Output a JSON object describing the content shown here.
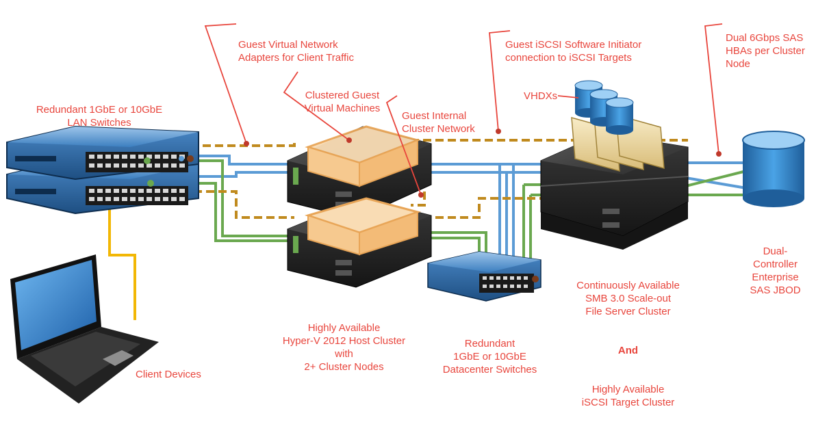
{
  "labels": {
    "guest_vnet": [
      "Guest Virtual Network",
      "Adapters for Client Traffic"
    ],
    "iscsi_initiator": [
      "Guest iSCSI Software Initiator",
      "connection to iSCSI Targets"
    ],
    "sas_hbas": [
      "Dual 6Gbps SAS",
      "HBAs per Cluster",
      "Node"
    ],
    "lan_switches": [
      "Redundant 1GbE or 10GbE",
      "LAN Switches"
    ],
    "clustered_vms": [
      "Clustered Guest",
      "Virtual Machines"
    ],
    "internal_net": [
      "Guest Internal",
      "Cluster Network"
    ],
    "vhdx": "VHDXs",
    "jbod": [
      "Dual-",
      "Controller",
      "Enterprise",
      "SAS JBOD"
    ],
    "file_server": [
      "Continuously Available",
      "SMB 3.0 Scale-out",
      "File Server Cluster"
    ],
    "and": "And",
    "iscsi_target": [
      "Highly Available",
      "iSCSI Target Cluster"
    ],
    "hyperv": [
      "Highly Available",
      "Hyper-V 2012 Host Cluster",
      "with",
      "2+ Cluster Nodes"
    ],
    "dc_switches": [
      "Redundant",
      "1GbE or 10GbE",
      "Datacenter Switches"
    ],
    "client": "Client Devices"
  },
  "colors": {
    "label_red": "#e8453c",
    "lan_blue": "#5b9bd5",
    "lan_green": "#6aa84f",
    "guest_dashed": "#c08a1e",
    "client_yellow": "#f2b705",
    "server_dark": "#2b2b2b",
    "switch_blue": "#2d6aa3",
    "vm_orange": "#f6c98f",
    "disk_blue": "#2f7fc1"
  },
  "icons": [
    "lan-switch-icon",
    "laptop-icon",
    "server-icon",
    "virtual-machine-icon",
    "datacenter-switch-icon",
    "disk-cylinder-icon",
    "folder-icon",
    "jbod-icon"
  ]
}
